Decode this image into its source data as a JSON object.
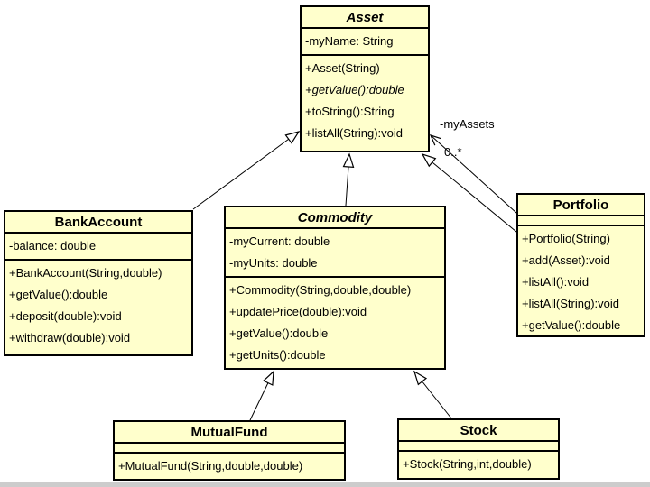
{
  "diagram": {
    "kind": "uml-class-diagram",
    "colors": {
      "class_fill": "#ffffcc",
      "border": "#000000",
      "background": "#ffffff"
    }
  },
  "classes": [
    {
      "name": "Asset",
      "abstract": true,
      "attributes": [
        "-myName: String"
      ],
      "methods": [
        "+Asset(String)",
        "+getValue():double",
        "+toString():String",
        "+listAll(String):void"
      ]
    },
    {
      "name": "BankAccount",
      "abstract": false,
      "attributes": [
        "-balance: double"
      ],
      "methods": [
        "+BankAccount(String,double)",
        "+getValue():double",
        "+deposit(double):void",
        "+withdraw(double):void"
      ]
    },
    {
      "name": "Commodity",
      "abstract": true,
      "attributes": [
        "-myCurrent: double",
        "-myUnits: double"
      ],
      "methods": [
        "+Commodity(String,double,double)",
        "+updatePrice(double):void",
        "+getValue():double",
        "+getUnits():double"
      ]
    },
    {
      "name": "Portfolio",
      "abstract": false,
      "attributes": [],
      "methods": [
        "+Portfolio(String)",
        "+add(Asset):void",
        "+listAll():void",
        "+listAll(String):void",
        "+getValue():double"
      ]
    },
    {
      "name": "MutualFund",
      "abstract": false,
      "attributes": [],
      "methods": [
        "+MutualFund(String,double,double)"
      ]
    },
    {
      "name": "Stock",
      "abstract": false,
      "attributes": [],
      "methods": [
        "+Stock(String,int,double)"
      ]
    }
  ],
  "relationships": [
    {
      "from": "BankAccount",
      "to": "Asset",
      "type": "generalization"
    },
    {
      "from": "Commodity",
      "to": "Asset",
      "type": "generalization"
    },
    {
      "from": "Portfolio",
      "to": "Asset",
      "type": "generalization"
    },
    {
      "from": "Portfolio",
      "to": "Asset",
      "type": "association",
      "label": "-myAssets",
      "multiplicity": "0..*"
    },
    {
      "from": "MutualFund",
      "to": "Commodity",
      "type": "generalization"
    },
    {
      "from": "Stock",
      "to": "Commodity",
      "type": "generalization"
    }
  ]
}
